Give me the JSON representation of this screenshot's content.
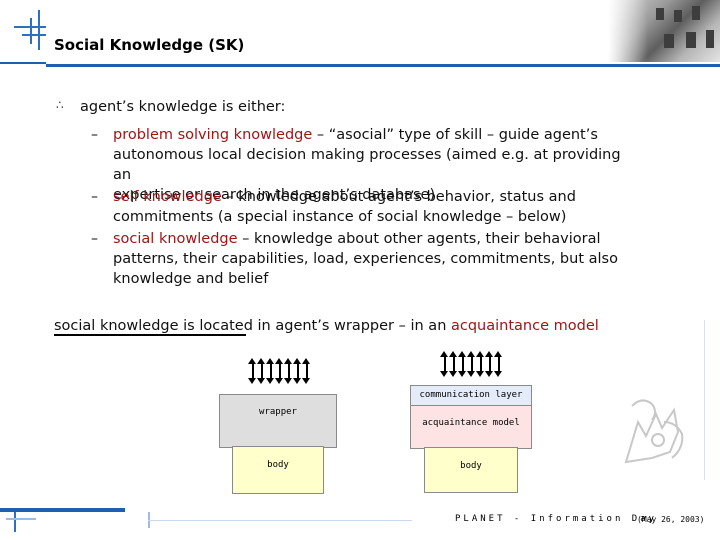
{
  "slide": {
    "title": "Social Knowledge (SK)",
    "bullet_symbol": "∴",
    "intro": "agent’s knowledge is either:",
    "items": [
      {
        "dash": "–",
        "term": "problem solving knowledge",
        "line1_rest": " – “asocial” type of skill – guide agent’s",
        "line2": "autonomous local decision making processes (aimed e.g. at providing an",
        "line3": "expertise or search in the agent’s database)"
      },
      {
        "dash": "–",
        "term": "self knowledge",
        "line1_rest": " – knowledge about agent’s behavior, status and",
        "line2": "commitments (a special instance of social knowledge – below)"
      },
      {
        "dash": "–",
        "term": "social knowledge",
        "line1_rest": " – knowledge about other agents, their behavioral",
        "line2": "patterns, their capabilities, load, experiences, commitments, but also",
        "line3": "knowledge and belief"
      }
    ],
    "location": {
      "underlined": "social knowledge is located",
      "middle": " in agent’s wrapper – in an ",
      "highlight": "acquaintance model"
    }
  },
  "diagram": {
    "left": {
      "wrapper": "wrapper",
      "body": "body"
    },
    "right": {
      "comm": "communication layer",
      "acq": "acquaintance model",
      "body": "body"
    }
  },
  "footer": {
    "text": "PLANET - Information Day",
    "date": "(May 26, 2003)"
  },
  "colors": {
    "accent_blue": "#1e5fb4",
    "term_red": "#a01515",
    "wrapper_gray": "#dedede",
    "body_yellow": "#ffffcc",
    "acq_pink": "#fde3e3",
    "comm_blue": "#e4ecfa"
  }
}
